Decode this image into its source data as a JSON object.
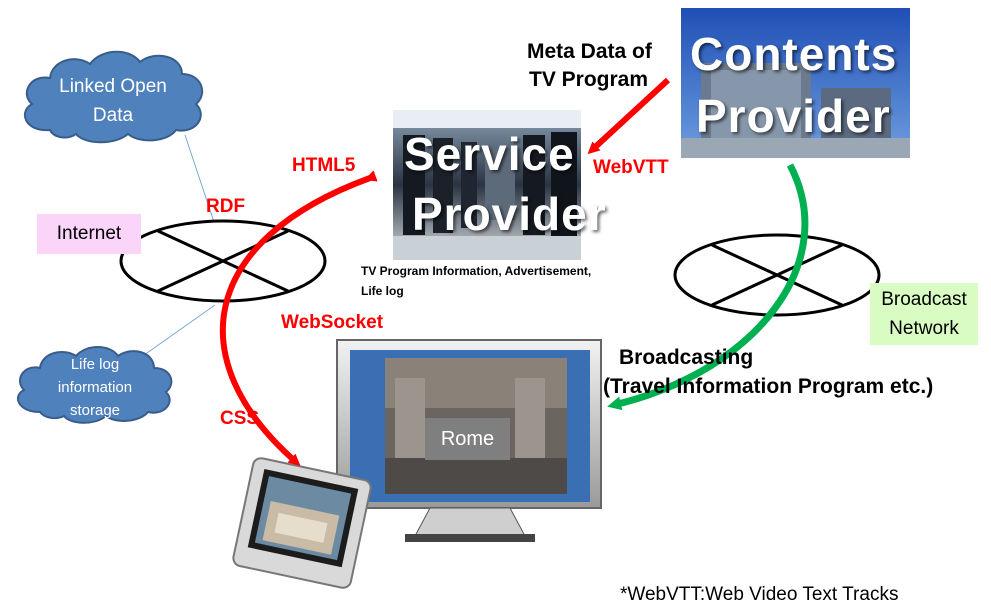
{
  "colors": {
    "cloud": "#4f81bd",
    "cloud_stroke": "#385d8a",
    "red_arrow": "#ff0000",
    "green_arrow": "#00b050",
    "internet_bg": "#fbd5f9",
    "broadcast_bg": "#d8fcc2"
  },
  "clouds": {
    "linked_open_data": "Linked Open Data",
    "lifelog": "Life log information storage"
  },
  "networks": {
    "internet": "Internet",
    "broadcast": "Broadcast Network"
  },
  "labels": {
    "rdf": "RDF",
    "html5": "HTML5",
    "webvtt": "WebVTT",
    "websocket": "WebSocket",
    "css": "CSS",
    "metadata_line1": "Meta Data of",
    "metadata_line2": "TV Program",
    "service_info_line1": "TV Program  Information, Advertisement,",
    "service_info_line2": "Life log",
    "broadcasting_line1": "Broadcasting",
    "broadcasting_line2": "(Travel Information Program etc.)"
  },
  "providers": {
    "service_line1": "Service",
    "service_line2": "Provider",
    "contents_line1": "Contents",
    "contents_line2": "Provider"
  },
  "tv": {
    "caption": "Rome"
  },
  "footnote": "*WebVTT:Web Video Text Tracks"
}
